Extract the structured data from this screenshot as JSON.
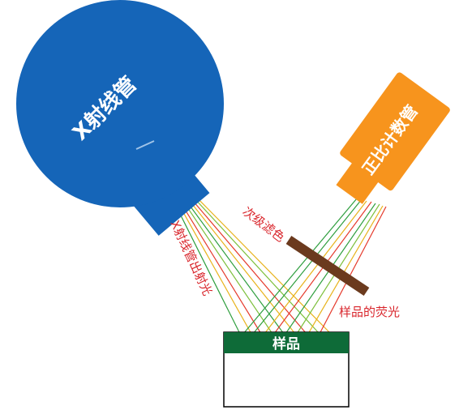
{
  "labels": {
    "tube": "X射线管",
    "counter": "正比计数管",
    "filter": "次级滤色",
    "tube_output": "X射线管出射光",
    "fluorescence": "样品的荧光",
    "sample": "样品"
  },
  "colors": {
    "tube_blue": "#1565b8",
    "counter_orange": "#f7941d",
    "filter_brown": "#6b3a1e",
    "sample_green": "#0e6b38",
    "label_red": "#d9262c",
    "ray_colors": [
      "#2e9e3e",
      "#e8b21a",
      "#e5392b",
      "#7cbf3a"
    ]
  }
}
